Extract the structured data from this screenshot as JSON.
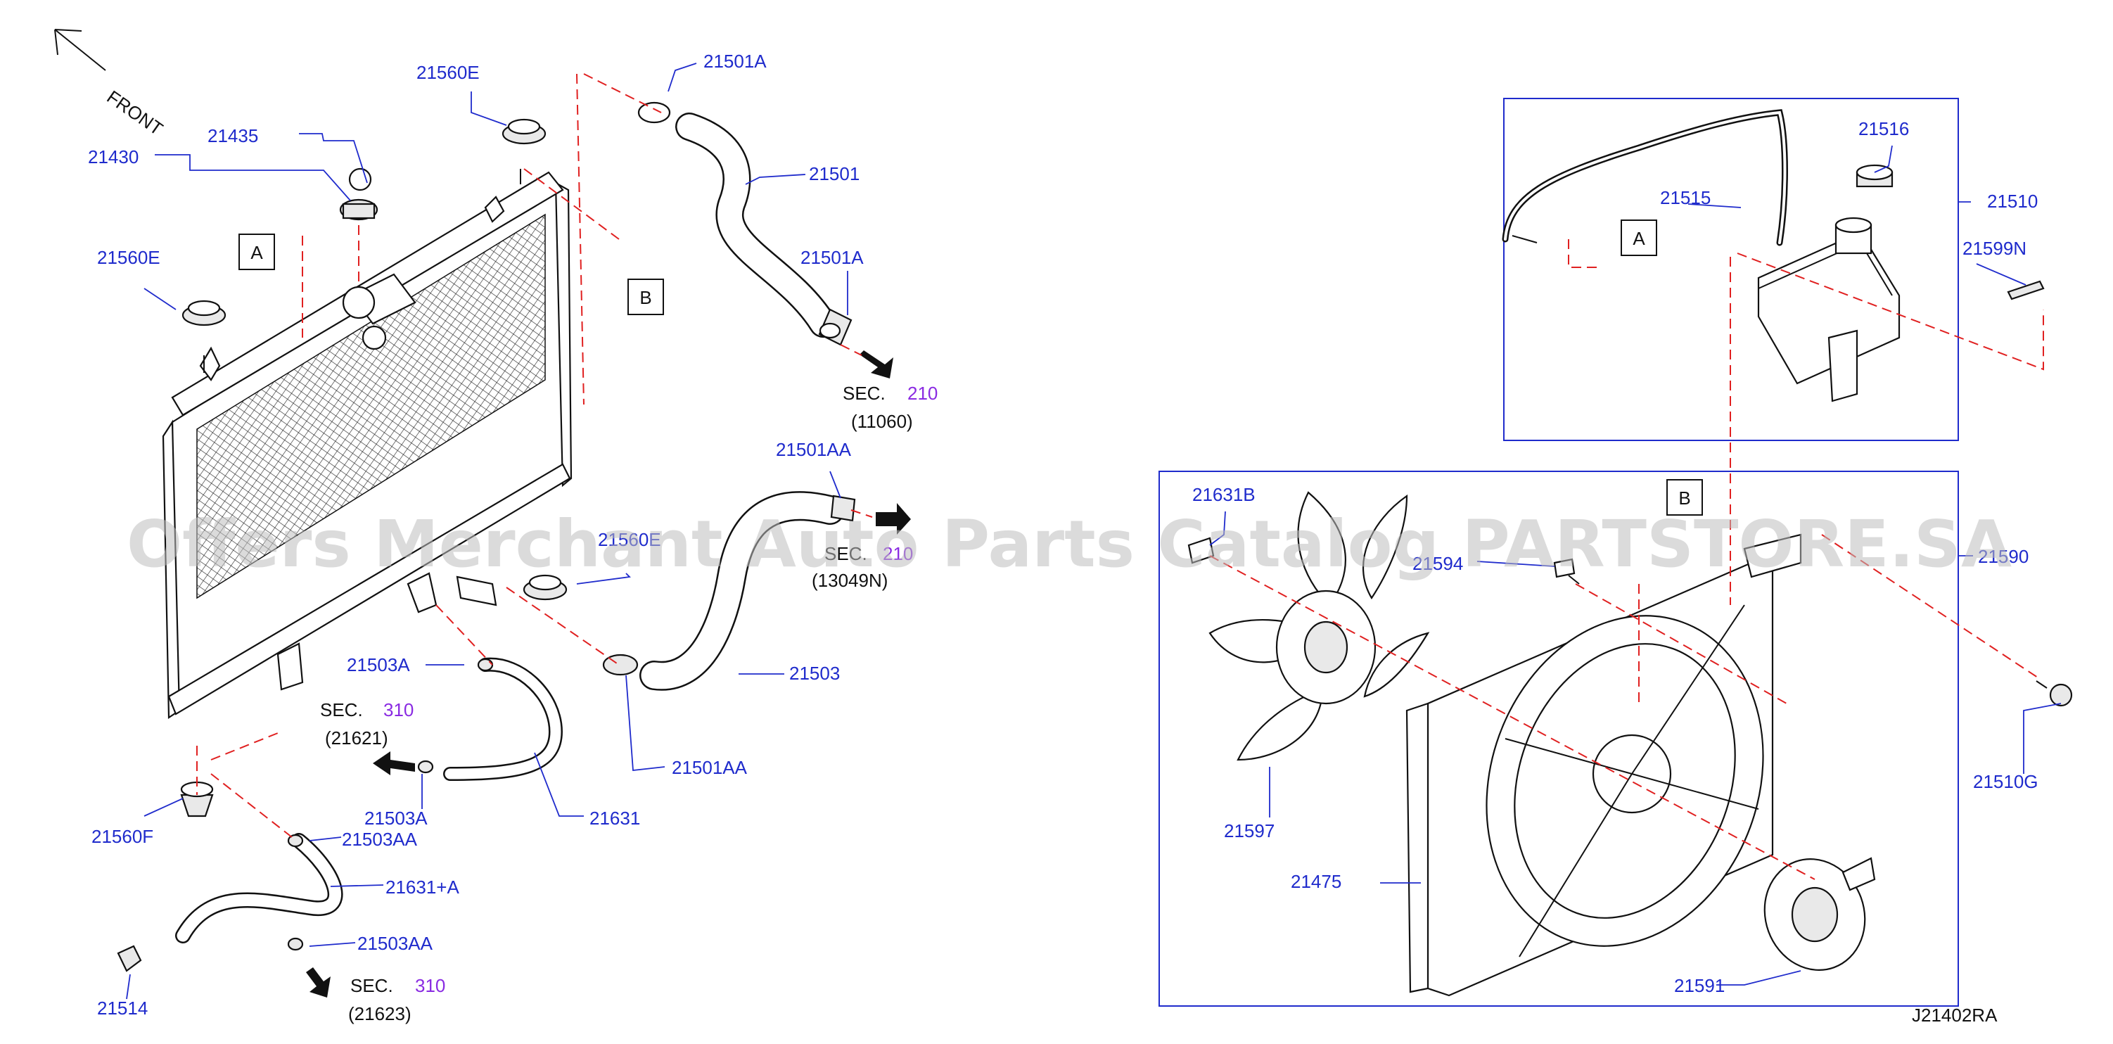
{
  "diagram": {
    "code": "J21402RA",
    "front_label": "FRONT",
    "watermark": "Offers Merchant Auto Parts Catalog PARTSTORE.SA",
    "callouts": {
      "a_left": "A",
      "b_left": "B",
      "a_right": "A",
      "b_right": "B"
    },
    "section_refs": [
      {
        "prefix": "SEC.",
        "number": "210",
        "sub": "(11060)"
      },
      {
        "prefix": "SEC.",
        "number": "210",
        "sub": "(13049N)"
      },
      {
        "prefix": "SEC.",
        "number": "310",
        "sub": "(21621)"
      },
      {
        "prefix": "SEC.",
        "number": "310",
        "sub": "(21623)"
      }
    ],
    "parts": {
      "p21560E_top": "21560E",
      "p21501A_top": "21501A",
      "p21435": "21435",
      "p21430": "21430",
      "p21501": "21501",
      "p21560E_left": "21560E",
      "p21501A_mid": "21501A",
      "p21501AA_top": "21501AA",
      "p21560E_mid": "21560E",
      "p21503A_upper": "21503A",
      "p21503": "21503",
      "p21501AA_bottom": "21501AA",
      "p21503A_lower": "21503A",
      "p21631": "21631",
      "p21560F": "21560F",
      "p21503AA_upper": "21503AA",
      "p21631A": "21631+A",
      "p21503AA_lower": "21503AA",
      "p21514": "21514",
      "p21516": "21516",
      "p21515": "21515",
      "p21510": "21510",
      "p21599N": "21599N",
      "p21631B": "21631B",
      "p21594": "21594",
      "p21590": "21590",
      "p21510G": "21510G",
      "p21597": "21597",
      "p21475": "21475",
      "p21591": "21591"
    }
  }
}
